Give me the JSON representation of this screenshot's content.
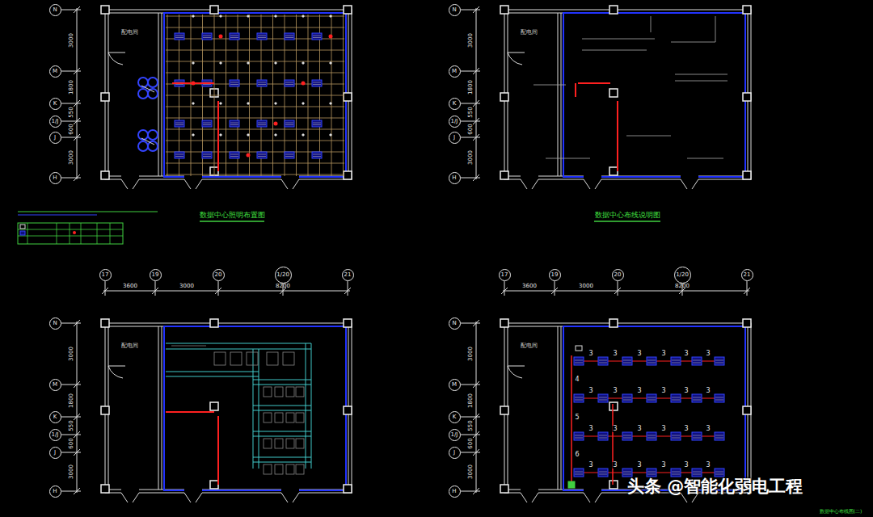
{
  "diagram": {
    "nodes": [
      {
        "text": [
          "N"
        ]
      },
      {
        "text": [
          "M"
        ]
      },
      {
        "text": [
          "K"
        ]
      },
      {
        "text": [
          "1/J"
        ]
      },
      {
        "text": [
          "J"
        ]
      },
      {
        "text": [
          "H"
        ]
      },
      {
        "text": [
          "N"
        ]
      },
      {
        "text": [
          "M"
        ]
      },
      {
        "text": [
          "K"
        ]
      },
      {
        "text": [
          "1/J"
        ]
      },
      {
        "text": [
          "J"
        ]
      },
      {
        "text": [
          "H"
        ]
      },
      {
        "text": [
          "N"
        ]
      },
      {
        "text": [
          "M"
        ]
      },
      {
        "text": [
          "K"
        ]
      },
      {
        "text": [
          "1/J"
        ]
      },
      {
        "text": [
          "J"
        ]
      },
      {
        "text": [
          "H"
        ]
      },
      {
        "text": [
          "17"
        ]
      },
      {
        "text": [
          "19"
        ]
      },
      {
        "text": [
          "20"
        ]
      },
      {
        "text": [
          "1/20"
        ]
      },
      {
        "text": [
          "21"
        ]
      },
      {
        "text": [
          "N"
        ]
      },
      {
        "text": [
          "M"
        ]
      },
      {
        "text": [
          "K"
        ]
      },
      {
        "text": [
          "1/J"
        ]
      },
      {
        "text": [
          "J"
        ]
      },
      {
        "text": [
          "H"
        ]
      },
      {
        "text": [
          "17"
        ]
      },
      {
        "text": [
          "19"
        ]
      },
      {
        "text": [
          "20"
        ]
      },
      {
        "text": [
          "1/20"
        ]
      },
      {
        "text": [
          "21"
        ]
      }
    ],
    "edges": [],
    "labels": [
      "3000",
      "1800",
      "550",
      "600",
      "3000",
      "3000",
      "1800",
      "550",
      "600",
      "3000",
      "3000",
      "1800",
      "550",
      "600",
      "3000",
      "3600",
      "3000",
      "8200",
      "3000",
      "1800",
      "550",
      "600",
      "3000",
      "3600",
      "3000",
      "8200",
      "配电间",
      "配电间",
      "配电间",
      "配电间",
      "数据中心照明布置图",
      "数据中心布线说明图",
      "数据中心布线图(二)",
      "3",
      "3",
      "3",
      "3",
      "3",
      "3",
      "3",
      "3",
      "3",
      "3",
      "3",
      "3",
      "3",
      "3",
      "3",
      "3",
      "3",
      "3",
      "3",
      "3",
      "3",
      "3",
      "3",
      "3",
      "4",
      "5",
      "6",
      "头条 @智能化弱电工程"
    ]
  }
}
